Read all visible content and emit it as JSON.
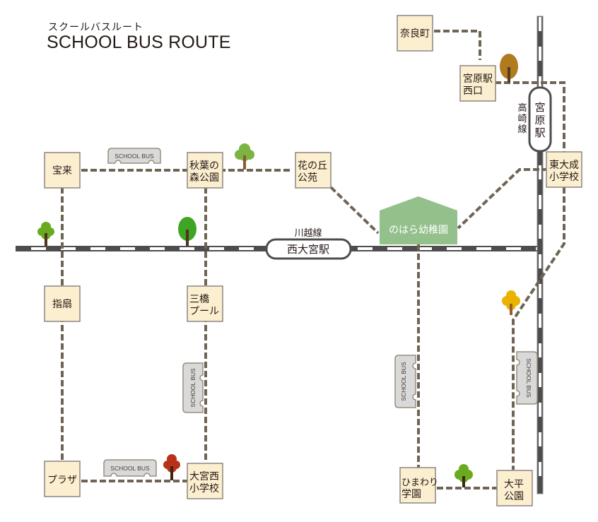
{
  "header": {
    "title_jp": "スクールバスルート",
    "title_en": "SCHOOL BUS ROUTE"
  },
  "colors": {
    "stop_fill": "#fcefd0",
    "stop_border": "#8c8680",
    "route": "#6e6555",
    "rail_dark": "#4d4d4d",
    "rail_light": "#ffffff",
    "kindergarten": "#93c08b",
    "bus_fill": "#d9d9d9",
    "bus_border": "#9a8d7c"
  },
  "stops": {
    "nara": [
      "奈良町"
    ],
    "miyahara_west": [
      "宮原駅",
      "西口"
    ],
    "higashi_taisei": [
      "東大成",
      "小学校"
    ],
    "horai": [
      "宝来"
    ],
    "akiba": [
      "秋葉の",
      "森公園"
    ],
    "hananooka": [
      "花の丘",
      "公苑"
    ],
    "sashiogi": [
      "指扇"
    ],
    "mihashi": [
      "三橋",
      "プール"
    ],
    "plaza": [
      "プラザ"
    ],
    "omiya_nishi": [
      "大宮西",
      "小学校"
    ],
    "himawari": [
      "ひまわり",
      "学園"
    ],
    "ohira": [
      "大平",
      "公園"
    ]
  },
  "stations": {
    "nishi_omiya": "西大宮駅",
    "miyahara": [
      "宮",
      "原",
      "駅"
    ]
  },
  "rail_lines": {
    "kawagoe": "川越線",
    "takasaki": [
      "高",
      "崎",
      "線"
    ]
  },
  "kindergarten": {
    "label": "のはら幼稚園"
  },
  "bus_icons": {
    "label": "SCHOOL BUS"
  }
}
